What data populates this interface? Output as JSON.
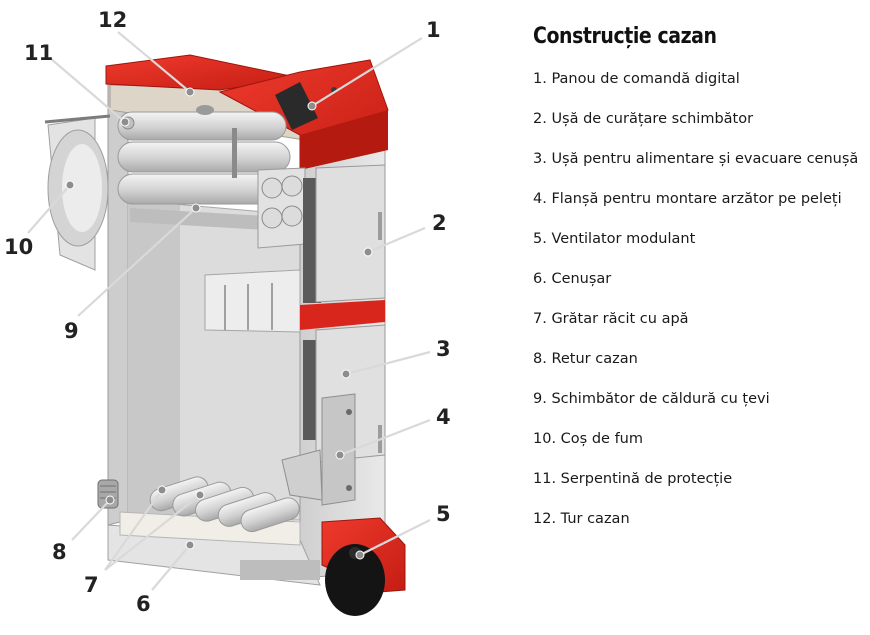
{
  "legend": {
    "title": "Construcție cazan",
    "items": [
      "1. Panou de comandă digital",
      "2. Ușă de curățare schimbător",
      "3. Ușă pentru alimentare și evacuare cenușă",
      "4. Flanșă pentru montare arzător pe peleți",
      "5. Ventilator modulant",
      "6. Cenușar",
      "7. Grătar răcit cu apă",
      "8. Retur cazan",
      "9. Schimbător de căldură cu țevi",
      "10. Coș de fum",
      "11. Serpentină de protecție",
      "12. Tur cazan"
    ]
  },
  "callouts": [
    "1",
    "2",
    "3",
    "4",
    "5",
    "6",
    "7",
    "8",
    "9",
    "10",
    "11",
    "12"
  ],
  "colors": {
    "boiler_red": "#e2231a",
    "boiler_red_dark": "#a5160f",
    "steel_light": "#e6e6e6",
    "steel_mid": "#c9c9c9",
    "steel_dark": "#8f8f8f",
    "fan_black": "#141414"
  }
}
